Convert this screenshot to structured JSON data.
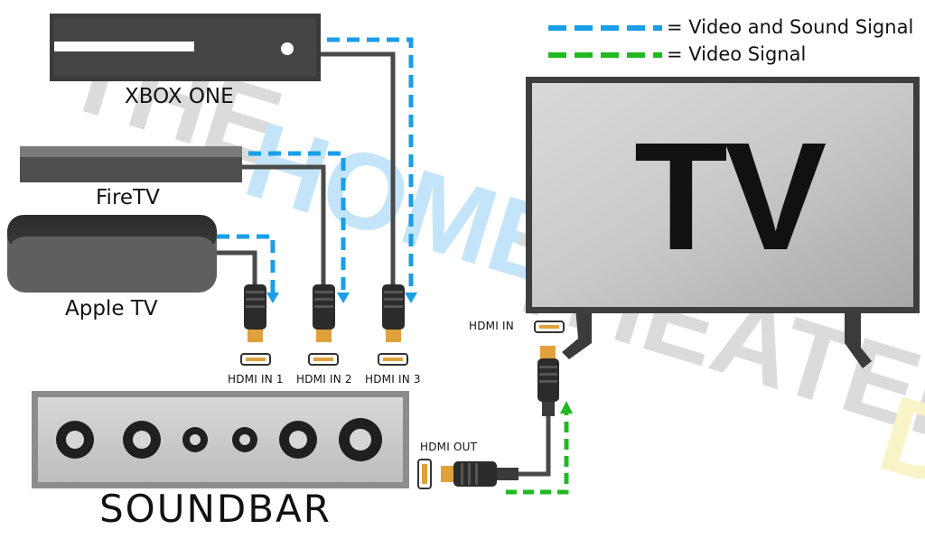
{
  "legend": [
    {
      "text": "= Video and Sound Signal",
      "color": "#1a9ee6",
      "icon": "dashed-line"
    },
    {
      "text": "= Video Signal",
      "color": "#22b822",
      "icon": "dashed-line"
    }
  ],
  "devices": {
    "xbox": "XBOX ONE",
    "firetv": "FireTV",
    "appletv": "Apple TV",
    "soundbar": "SOUNDBAR",
    "tv": "TV"
  },
  "ports": {
    "in1": "HDMI IN 1",
    "in2": "HDMI IN 2",
    "in3": "HDMI IN 3",
    "out": "HDMI OUT",
    "tv_in": "HDMI IN"
  },
  "watermark": "THEHOMETHEATERDIY",
  "colors": {
    "video_sound": "#1a9ee6",
    "video": "#22b822",
    "cable": "#4a4a4a",
    "connector_gold": "#e0a13a"
  }
}
